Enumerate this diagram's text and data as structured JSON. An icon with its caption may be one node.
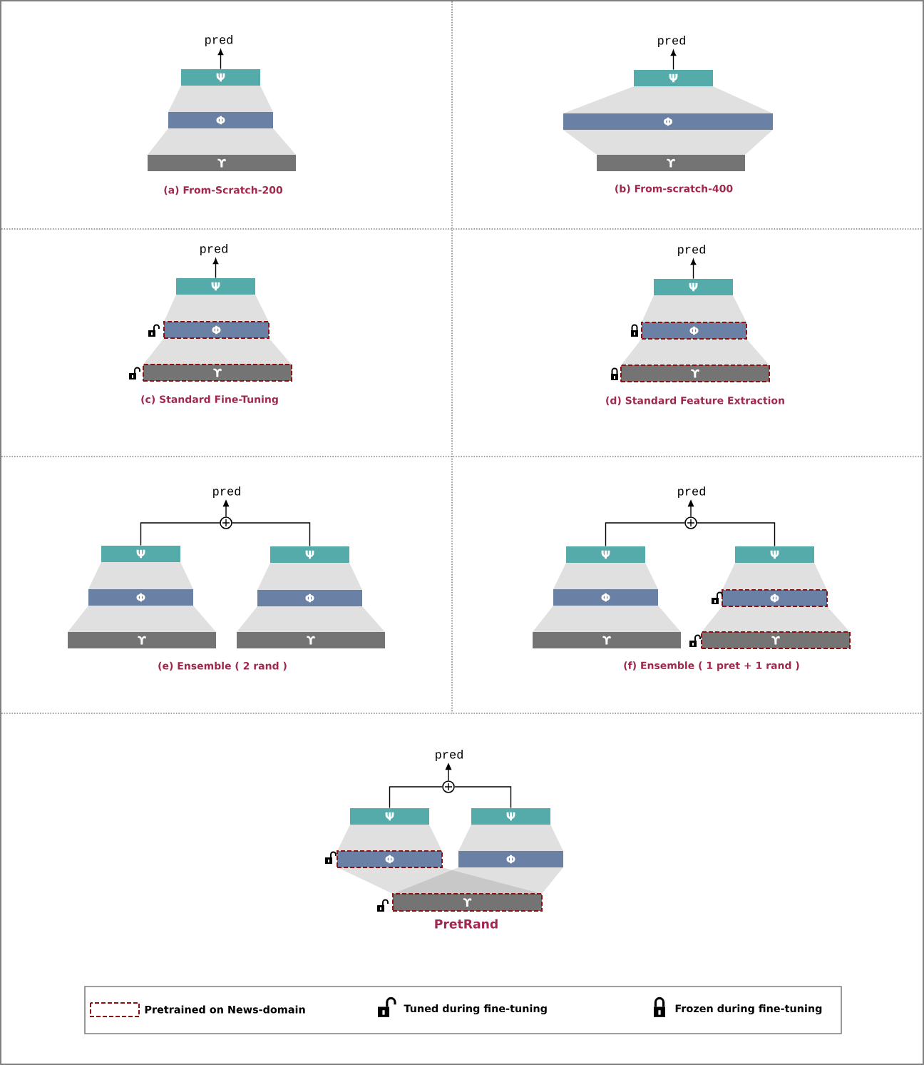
{
  "diagram": {
    "nodes": [
      {
        "text": [
          "pred"
        ]
      },
      {
        "text": [
          "Ψ"
        ]
      },
      {
        "text": [
          "Φ"
        ]
      },
      {
        "text": [
          "ϒ"
        ]
      },
      {
        "text": [
          "pred"
        ]
      },
      {
        "text": [
          "Ψ"
        ]
      },
      {
        "text": [
          "Φ"
        ]
      },
      {
        "text": [
          "ϒ"
        ]
      },
      {
        "text": [
          "pred"
        ]
      },
      {
        "text": [
          "Ψ"
        ]
      },
      {
        "text": [
          "Φ"
        ]
      },
      {
        "text": [
          "ϒ"
        ]
      },
      {
        "text": [
          "pred"
        ]
      },
      {
        "text": [
          "Ψ"
        ]
      },
      {
        "text": [
          "Φ"
        ]
      },
      {
        "text": [
          "ϒ"
        ]
      },
      {
        "text": [
          "pred"
        ]
      },
      {
        "text": [],
        "shape": "circle"
      },
      {
        "text": [
          "Ψ"
        ]
      },
      {
        "text": [
          "Ψ"
        ]
      },
      {
        "text": [
          "Φ"
        ]
      },
      {
        "text": [
          "Φ"
        ]
      },
      {
        "text": [
          "ϒ"
        ]
      },
      {
        "text": [
          "ϒ"
        ]
      },
      {
        "text": [
          "pred"
        ]
      },
      {
        "text": [],
        "shape": "circle"
      },
      {
        "text": [
          "Ψ"
        ]
      },
      {
        "text": [
          "Ψ"
        ]
      },
      {
        "text": [
          "Φ"
        ]
      },
      {
        "text": [
          "Φ"
        ]
      },
      {
        "text": [
          "ϒ"
        ]
      },
      {
        "text": [
          "ϒ"
        ]
      },
      {
        "text": [
          "pred"
        ]
      },
      {
        "text": [],
        "shape": "circle"
      },
      {
        "text": [
          "Ψ"
        ]
      },
      {
        "text": [
          "Ψ"
        ]
      },
      {
        "text": [
          "Φ"
        ]
      },
      {
        "text": [
          "Φ"
        ]
      },
      {
        "text": [
          "ϒ"
        ]
      }
    ],
    "edges": [
      {
        "from": 1,
        "to": 0,
        "arrow": "to"
      },
      {
        "from": 5,
        "to": 4,
        "arrow": "to"
      },
      {
        "from": 9,
        "to": 8,
        "arrow": "to"
      },
      {
        "from": 13,
        "to": 12,
        "arrow": "to"
      },
      {
        "from": 18,
        "to": 17,
        "arrow": "none"
      },
      {
        "from": 19,
        "to": 17,
        "arrow": "none"
      },
      {
        "from": 17,
        "to": 16,
        "arrow": "to"
      },
      {
        "from": 26,
        "to": 25,
        "arrow": "none"
      },
      {
        "from": 27,
        "to": 25,
        "arrow": "none"
      },
      {
        "from": 25,
        "to": 24,
        "arrow": "to"
      },
      {
        "from": 34,
        "to": 33,
        "arrow": "none"
      },
      {
        "from": 35,
        "to": 33,
        "arrow": "none"
      },
      {
        "from": 33,
        "to": 32,
        "arrow": "to"
      }
    ],
    "labels": [
      "(a) From-Scratch-200",
      "(b) From-scratch-400",
      "(c) Standard Fine-Tuning",
      "(d) Standard Feature Extraction",
      "(e) Ensemble ( 2 rand )",
      "(f) Ensemble ( 1 pret + 1 rand )",
      "PretRand"
    ],
    "legend": [
      {
        "text": "Pretrained on News-domain"
      },
      {
        "text": "Tuned during fine-tuning"
      },
      {
        "text": "Frozen during fine-tuning"
      }
    ]
  }
}
